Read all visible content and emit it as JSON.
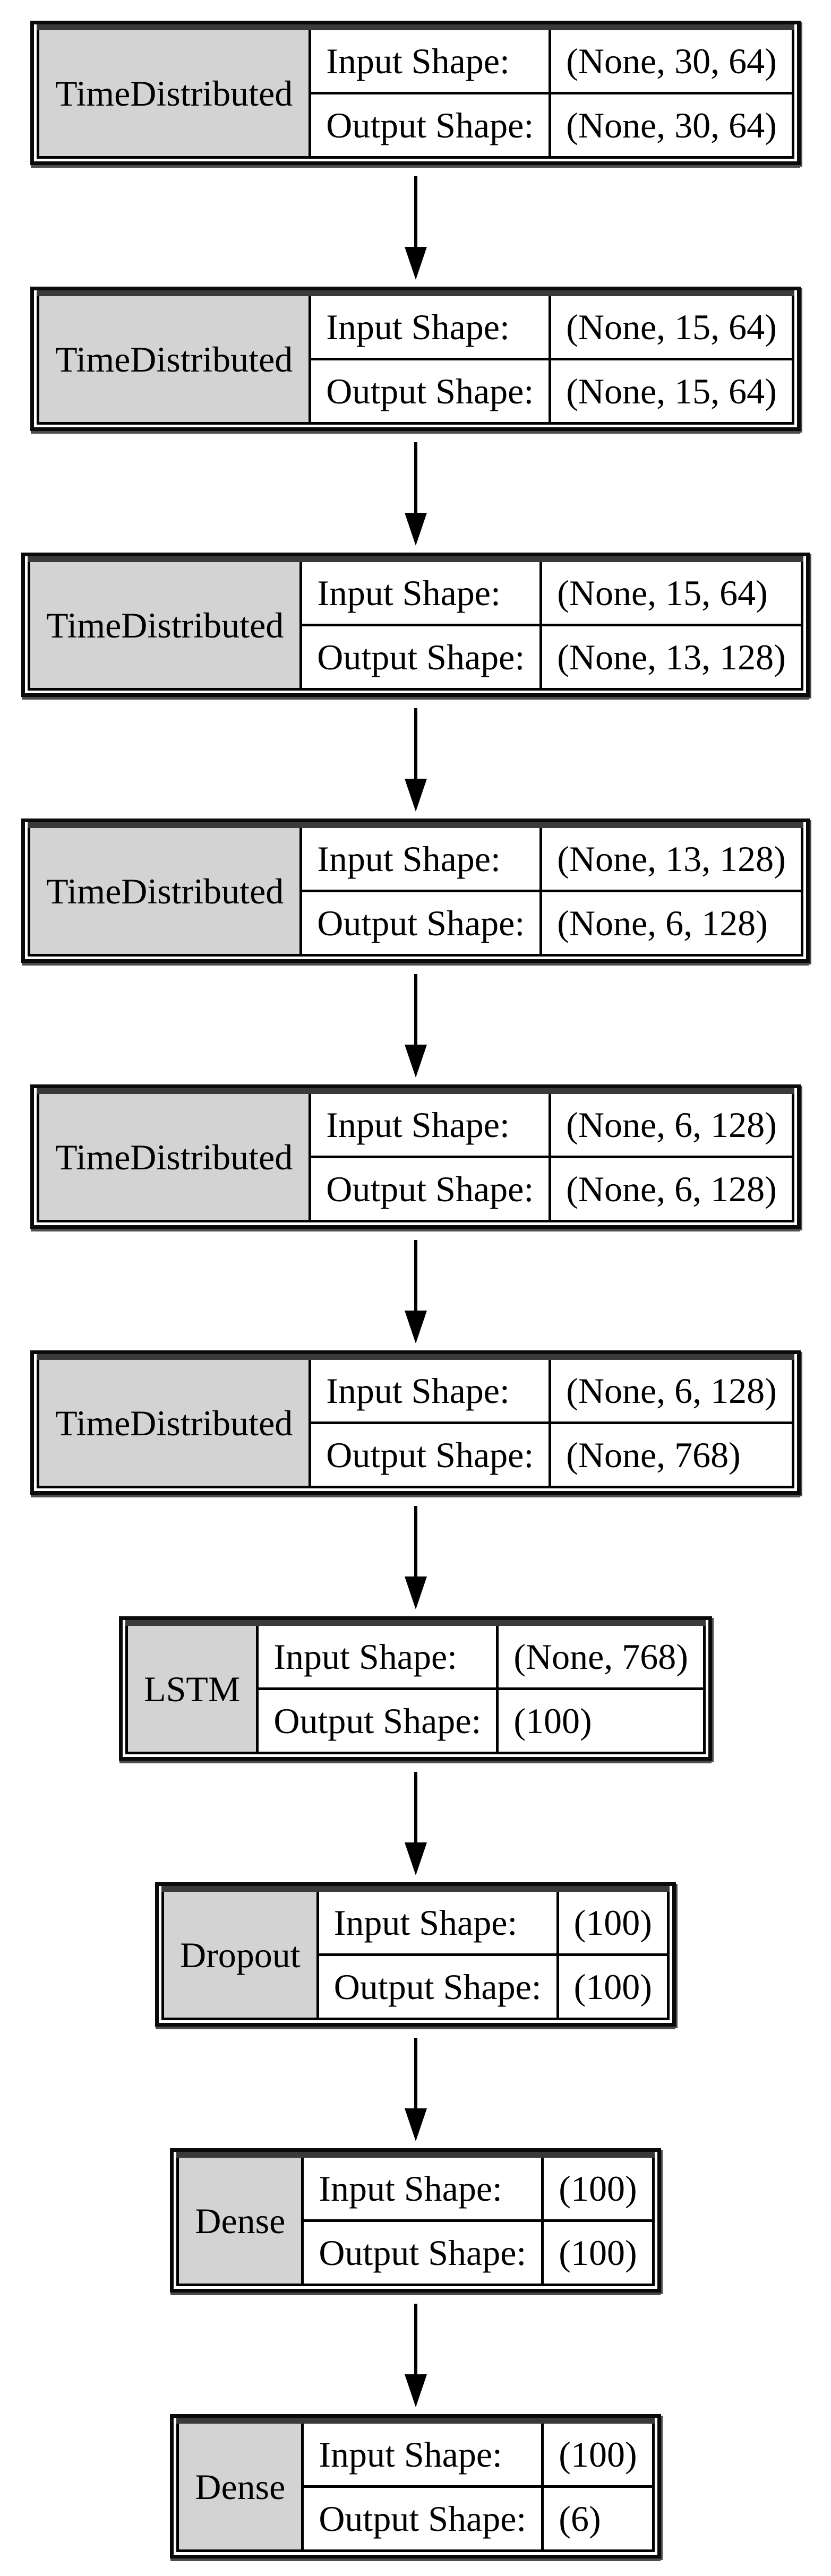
{
  "labels": {
    "input": "Input Shape:",
    "output": "Output Shape:"
  },
  "colors": {
    "name_cell_fill": "#d3d3d3",
    "cell_fill": "#ffffff",
    "border": "#000000",
    "shadow": "#4d4d4d",
    "text": "#000000",
    "background": "#ffffff"
  },
  "layers": [
    {
      "name": "TimeDistributed",
      "input_shape": "(None, 30, 64)",
      "output_shape": "(None, 30, 64)"
    },
    {
      "name": "TimeDistributed",
      "input_shape": "(None, 15, 64)",
      "output_shape": "(None, 15, 64)"
    },
    {
      "name": "TimeDistributed",
      "input_shape": "(None, 15, 64)",
      "output_shape": "(None, 13, 128)"
    },
    {
      "name": "TimeDistributed",
      "input_shape": "(None, 13, 128)",
      "output_shape": "(None, 6, 128)"
    },
    {
      "name": "TimeDistributed",
      "input_shape": "(None, 6, 128)",
      "output_shape": "(None, 6, 128)"
    },
    {
      "name": "TimeDistributed",
      "input_shape": "(None, 6, 128)",
      "output_shape": "(None, 768)"
    },
    {
      "name": "LSTM",
      "input_shape": "(None, 768)",
      "output_shape": "(100)"
    },
    {
      "name": "Dropout",
      "input_shape": "(100)",
      "output_shape": "(100)"
    },
    {
      "name": "Dense",
      "input_shape": "(100)",
      "output_shape": "(100)"
    },
    {
      "name": "Dense",
      "input_shape": "(100)",
      "output_shape": "(6)"
    }
  ]
}
